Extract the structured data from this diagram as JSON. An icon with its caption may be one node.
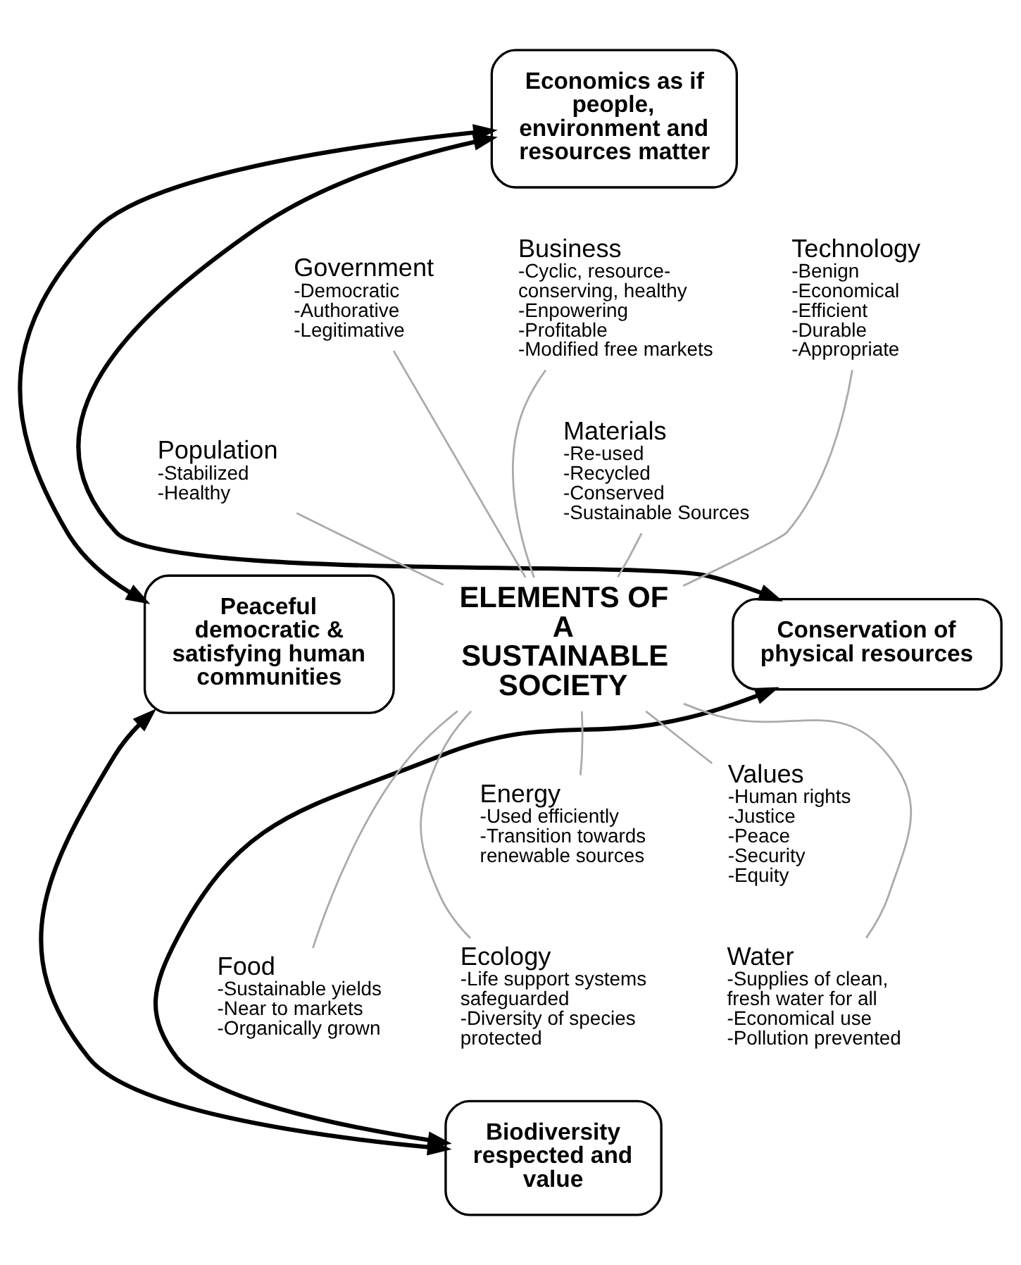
{
  "diagram": {
    "nodes": [
      {
        "text": [
          "Economics as if people, environment and resources matter"
        ]
      },
      {
        "text": [
          "Peaceful democratic & satisfying human communities"
        ]
      },
      {
        "text": [
          "Conservation of physical resources"
        ]
      },
      {
        "text": [
          "Biodiversity respected and value"
        ]
      },
      {
        "text": [
          "ELEMENTS OF A SUSTAINABLE SOCIETY"
        ]
      },
      {
        "text": [
          "Government",
          "-Democratic",
          "-Authorative",
          "-Legitimative"
        ]
      },
      {
        "text": [
          "Business",
          "-Cyclic, resource- conserving, healthy",
          "-Enpowering",
          "-Profitable",
          "-Modified free markets"
        ]
      },
      {
        "text": [
          "Technology",
          "-Benign",
          "-Economical",
          "-Efficient",
          "-Durable",
          "-Appropriate"
        ]
      },
      {
        "text": [
          "Population",
          "-Stabilized",
          "-Healthy"
        ]
      },
      {
        "text": [
          "Materials",
          "-Re-used",
          "-Recycled",
          "-Conserved",
          "-Sustainable Sources"
        ]
      },
      {
        "text": [
          "Values",
          "-Human rights",
          "-Justice",
          "-Peace",
          "-Security",
          "-Equity"
        ]
      },
      {
        "text": [
          "Energy",
          "-Used efficiently",
          "-Transition towards renewable sources"
        ]
      },
      {
        "text": [
          "Food",
          "-Sustainable yields",
          "-Near to markets",
          "-Organically grown"
        ]
      },
      {
        "text": [
          "Ecology",
          "-Life support systems safeguarded",
          "-Diversity of species protected"
        ]
      },
      {
        "text": [
          "Water",
          "-Supplies of clean, fresh water for all",
          "-Economical use",
          "-Pollution prevented"
        ]
      }
    ],
    "edges": [
      {
        "from": 0,
        "to": 1,
        "arrow": "both",
        "style": "thick",
        "color": "#000000"
      },
      {
        "from": 0,
        "to": 2,
        "arrow": "both",
        "style": "thick",
        "color": "#000000"
      },
      {
        "from": 1,
        "to": 3,
        "arrow": "both",
        "style": "thick",
        "color": "#000000"
      },
      {
        "from": 2,
        "to": 3,
        "arrow": "both",
        "style": "thick",
        "color": "#000000"
      },
      {
        "from": 5,
        "to": 4,
        "arrow": "none"
      },
      {
        "from": 6,
        "to": 4,
        "arrow": "none"
      },
      {
        "from": 7,
        "to": 4,
        "arrow": "none"
      },
      {
        "from": 8,
        "to": 4,
        "arrow": "none"
      },
      {
        "from": 9,
        "to": 4,
        "arrow": "none"
      },
      {
        "from": 4,
        "to": 10,
        "arrow": "none"
      },
      {
        "from": 4,
        "to": 11,
        "arrow": "none"
      },
      {
        "from": 4,
        "to": 12,
        "arrow": "none"
      },
      {
        "from": 4,
        "to": 13,
        "arrow": "none"
      },
      {
        "from": 4,
        "to": 14,
        "arrow": "none"
      }
    ]
  }
}
